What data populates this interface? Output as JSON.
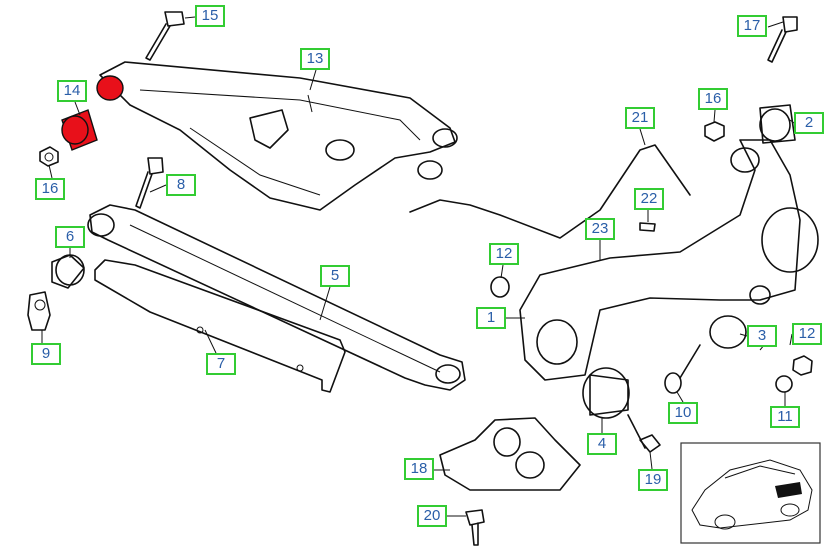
{
  "callouts": [
    "1",
    "2",
    "3",
    "4",
    "5",
    "6",
    "7",
    "8",
    "9",
    "10",
    "11",
    "12",
    "12",
    "13",
    "14",
    "15",
    "16",
    "16",
    "17",
    "18",
    "19",
    "20",
    "21",
    "22",
    "23"
  ],
  "colors": {
    "callout_border": "#33cc33",
    "callout_text": "#2a5ea8",
    "highlight": "#e8101a"
  }
}
